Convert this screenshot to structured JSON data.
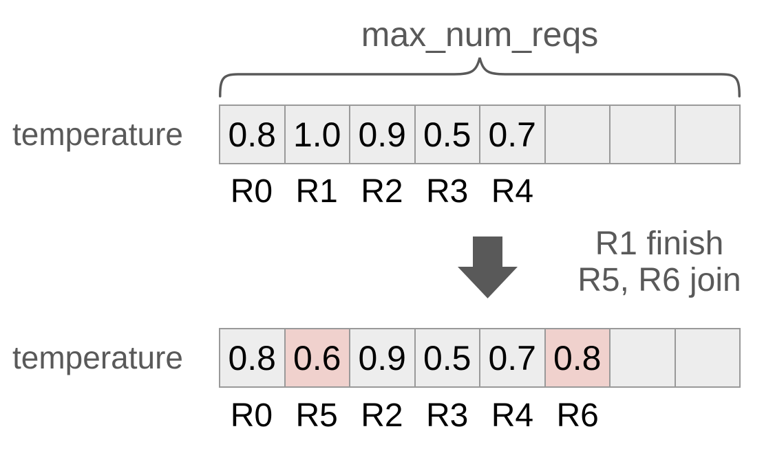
{
  "title": "max_num_reqs",
  "colors": {
    "background": "#ffffff",
    "text_gray": "#595959",
    "text_black": "#000000",
    "cell_fill": "#ededed",
    "cell_highlight": "#f0d1cd",
    "cell_border": "#999999",
    "shape_gray": "#595959"
  },
  "icons": {
    "brace": "curly-brace-icon",
    "arrow": "down-arrow-icon"
  },
  "rows": [
    {
      "label": "temperature",
      "cells": [
        {
          "value": "0.8",
          "highlight": false
        },
        {
          "value": "1.0",
          "highlight": false
        },
        {
          "value": "0.9",
          "highlight": false
        },
        {
          "value": "0.5",
          "highlight": false
        },
        {
          "value": "0.7",
          "highlight": false
        },
        {
          "value": "",
          "highlight": false
        },
        {
          "value": "",
          "highlight": false
        },
        {
          "value": "",
          "highlight": false
        }
      ],
      "request_labels": [
        "R0",
        "R1",
        "R2",
        "R3",
        "R4",
        "",
        "",
        ""
      ]
    },
    {
      "label": "temperature",
      "cells": [
        {
          "value": "0.8",
          "highlight": false
        },
        {
          "value": "0.6",
          "highlight": true
        },
        {
          "value": "0.9",
          "highlight": false
        },
        {
          "value": "0.5",
          "highlight": false
        },
        {
          "value": "0.7",
          "highlight": false
        },
        {
          "value": "0.8",
          "highlight": true
        },
        {
          "value": "",
          "highlight": false
        },
        {
          "value": "",
          "highlight": false
        }
      ],
      "request_labels": [
        "R0",
        "R5",
        "R2",
        "R3",
        "R4",
        "R6",
        "",
        ""
      ]
    }
  ],
  "transition": {
    "line1": "R1 finish",
    "line2": "R5, R6 join"
  }
}
